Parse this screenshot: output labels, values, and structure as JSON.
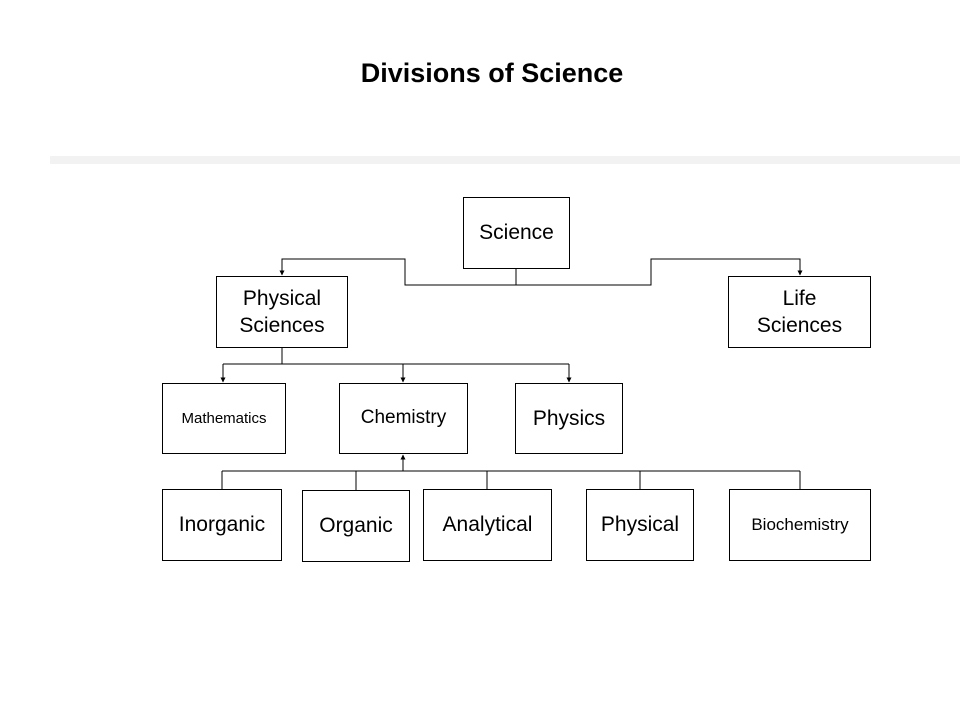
{
  "title": "Divisions of Science",
  "nodes": {
    "science": "Science",
    "physical_sciences_line1": "Physical",
    "physical_sciences_line2": "Sciences",
    "life_sciences_line1": "Life",
    "life_sciences_line2": "Sciences",
    "mathematics": "Mathematics",
    "chemistry": "Chemistry",
    "physics": "Physics",
    "inorganic": "Inorganic",
    "organic": "Organic",
    "analytical": "Analytical",
    "physical": "Physical",
    "biochemistry": "Biochemistry"
  }
}
